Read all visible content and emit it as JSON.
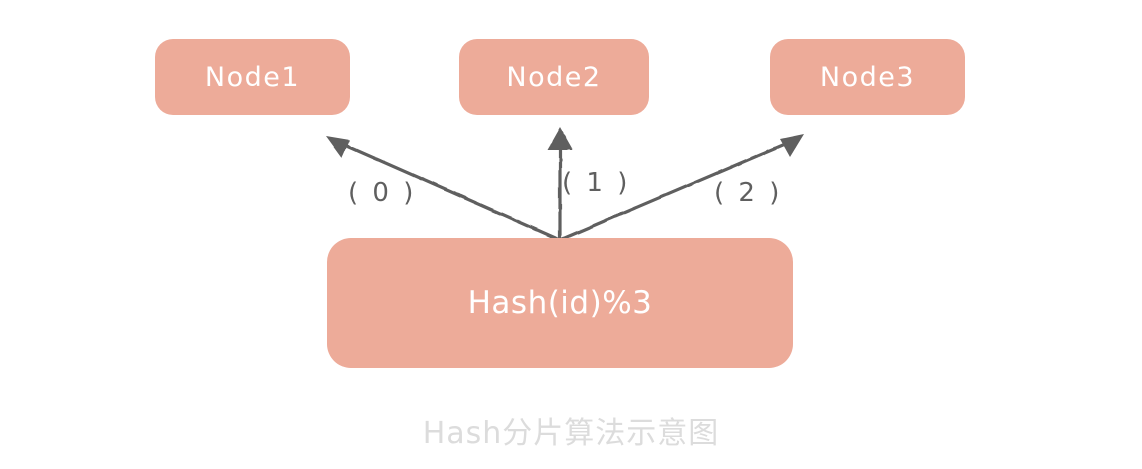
{
  "diagram": {
    "title": "Hash分片算法示意图",
    "colors": {
      "box_fill": "#edab99",
      "box_text": "#ffffff",
      "arrow": "#5f5f5f",
      "label_text": "#5f5f5f",
      "caption_text": "#dcdcdc",
      "background": "#ffffff"
    },
    "nodes": [
      {
        "id": "node1",
        "label": "Node1"
      },
      {
        "id": "node2",
        "label": "Node2"
      },
      {
        "id": "node3",
        "label": "Node3"
      }
    ],
    "source": {
      "id": "hash",
      "label": "Hash(id)%3"
    },
    "edges": [
      {
        "from": "hash",
        "to": "node1",
        "label": "( 0 )"
      },
      {
        "from": "hash",
        "to": "node2",
        "label": "( 1 )"
      },
      {
        "from": "hash",
        "to": "node3",
        "label": "( 2 )"
      }
    ]
  }
}
